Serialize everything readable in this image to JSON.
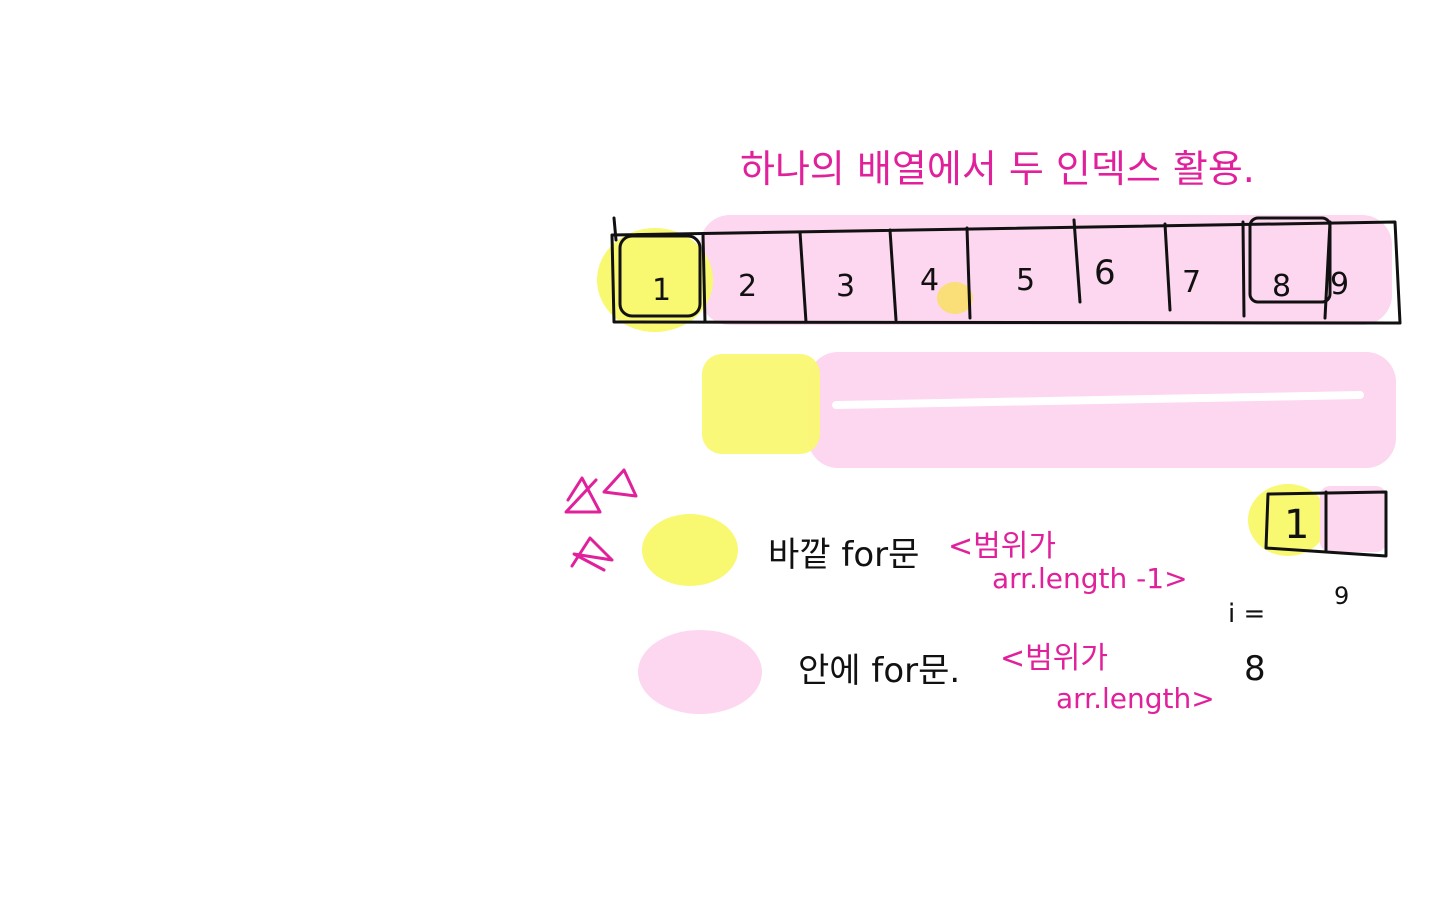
{
  "title": "하나의 배열에서 두 인덱스 활용.",
  "array_cells": [
    "1",
    "2",
    "3",
    "4",
    "5",
    "6",
    "7",
    "8",
    "9"
  ],
  "legend": {
    "outer": {
      "label": "바깥 for문",
      "range_open": "<범위가",
      "range_value": "arr.length -1>"
    },
    "inner": {
      "label": "안에 for문.",
      "range_open": "<범위가",
      "range_value": "arr.length>"
    }
  },
  "side_note": {
    "cell_value": "1",
    "i_label": "i =",
    "i_value": "9",
    "extra_value": "8"
  },
  "colors": {
    "ink_pink": "#e0219b",
    "ink_black": "#111111",
    "highlight_yellow": "#f9f871",
    "highlight_pink": "#fdd6ef"
  }
}
